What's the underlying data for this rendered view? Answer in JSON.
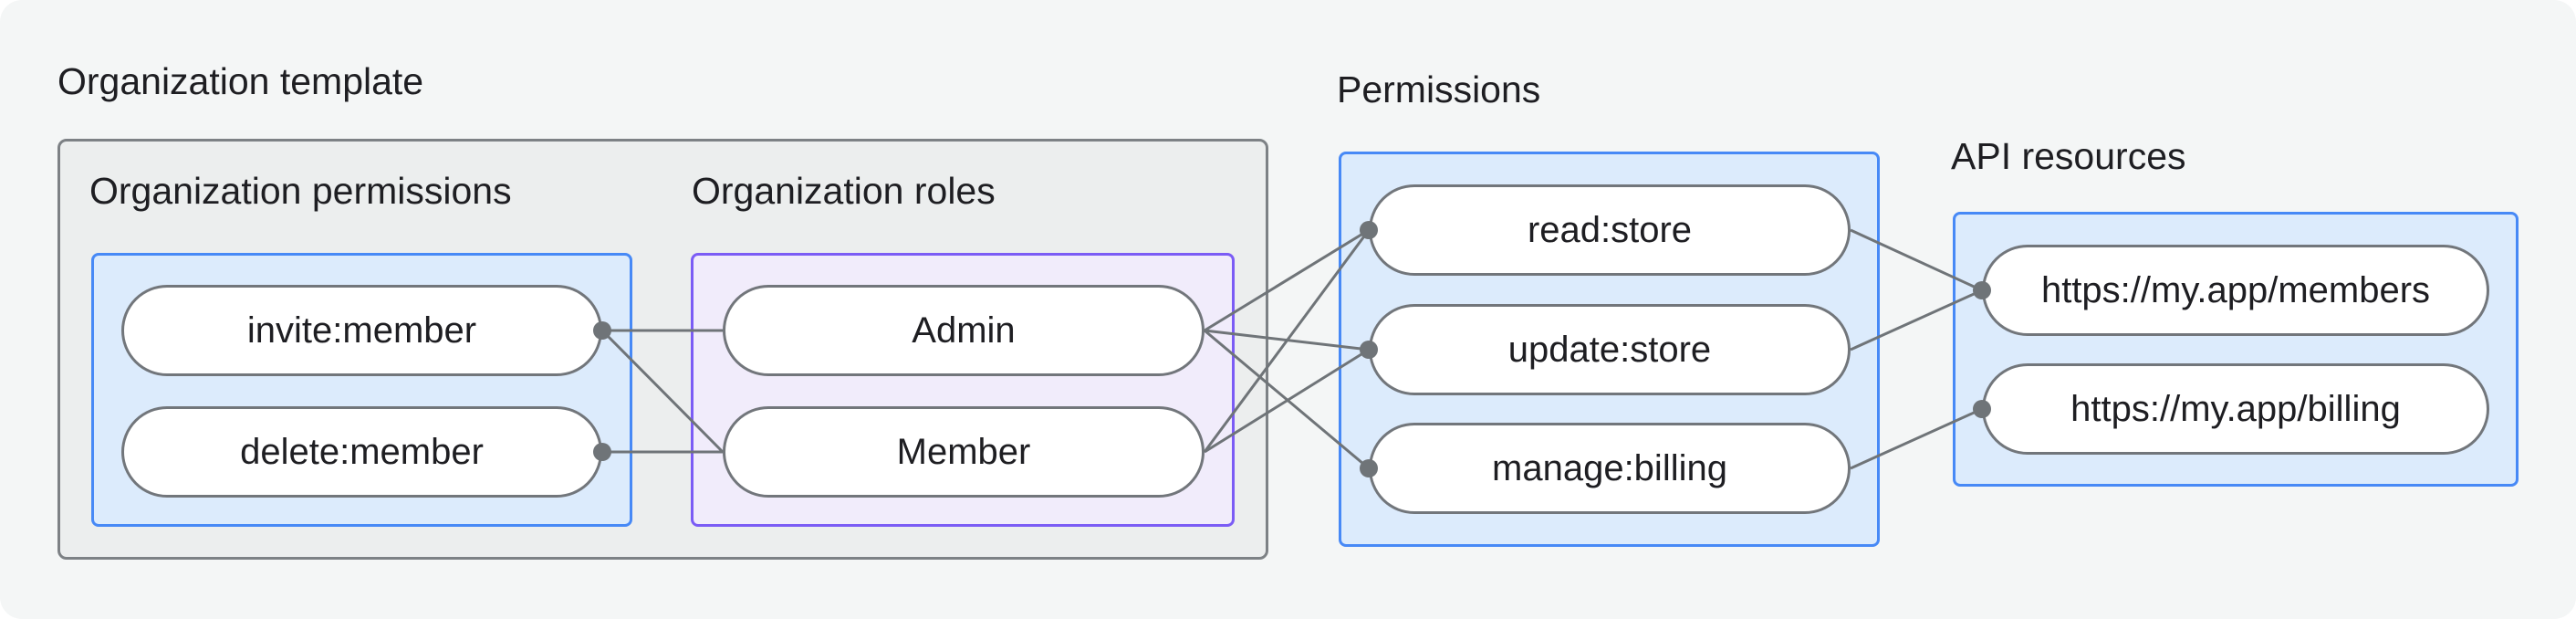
{
  "diagram_title": "Organization template",
  "groups": {
    "org_template": {
      "label": "Organization template"
    },
    "org_permissions": {
      "label": "Organization permissions"
    },
    "org_roles": {
      "label": "Organization roles"
    },
    "permissions": {
      "label": "Permissions"
    },
    "api_resources": {
      "label": "API resources"
    }
  },
  "nodes": {
    "invite": {
      "label": "invite:member",
      "group": "org_permissions"
    },
    "delete": {
      "label": "delete:member",
      "group": "org_permissions"
    },
    "admin": {
      "label": "Admin",
      "group": "org_roles"
    },
    "member": {
      "label": "Member",
      "group": "org_roles"
    },
    "read": {
      "label": "read:store",
      "group": "permissions"
    },
    "update": {
      "label": "update:store",
      "group": "permissions"
    },
    "manage": {
      "label": "manage:billing",
      "group": "permissions"
    },
    "members": {
      "label": "https://my.app/members",
      "group": "api_resources"
    },
    "billing": {
      "label": "https://my.app/billing",
      "group": "api_resources"
    }
  },
  "edges": [
    {
      "from": "invite",
      "to": "admin"
    },
    {
      "from": "invite",
      "to": "member"
    },
    {
      "from": "delete",
      "to": "member"
    },
    {
      "from": "admin",
      "to": "read"
    },
    {
      "from": "admin",
      "to": "update"
    },
    {
      "from": "admin",
      "to": "manage"
    },
    {
      "from": "member",
      "to": "read"
    },
    {
      "from": "member",
      "to": "update"
    },
    {
      "from": "read",
      "to": "members"
    },
    {
      "from": "update",
      "to": "members"
    },
    {
      "from": "manage",
      "to": "billing"
    }
  ],
  "dots": [
    {
      "node": "invite",
      "side": "right"
    },
    {
      "node": "delete",
      "side": "right"
    },
    {
      "node": "read",
      "side": "left"
    },
    {
      "node": "update",
      "side": "left"
    },
    {
      "node": "manage",
      "side": "left"
    },
    {
      "node": "members",
      "side": "left"
    },
    {
      "node": "billing",
      "side": "left"
    }
  ],
  "style": {
    "connector_width": 3,
    "dot_radius": 10
  },
  "colors": {
    "background": "#f4f6f6",
    "outer_box_fill": "#eceeee",
    "outer_box_border": "#7d8185",
    "blue_box_fill": "#dcebfc",
    "blue_box_border": "#4789f6",
    "purple_box_fill": "#f1ecfb",
    "purple_box_border": "#7b5cf5",
    "pill_fill": "#ffffff",
    "pill_border": "#72767b",
    "connector": "#6f7478",
    "text": "#1e1e22"
  }
}
